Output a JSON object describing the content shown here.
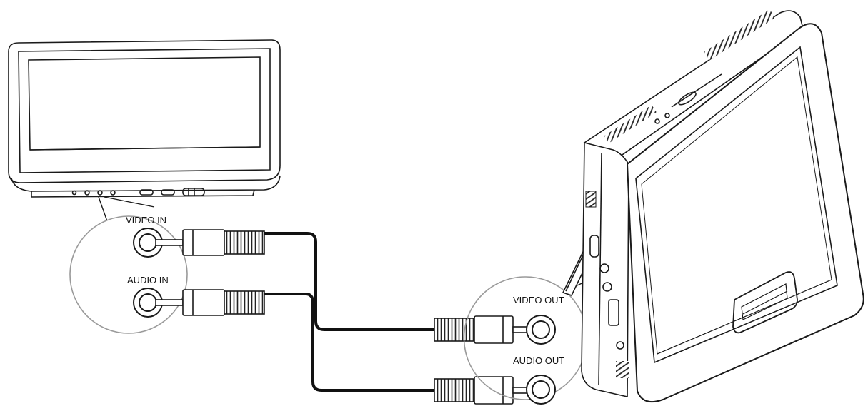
{
  "labels": {
    "video_in": "VIDEO IN",
    "audio_in": "AUDIO IN",
    "video_out": "VIDEO OUT",
    "audio_out": "AUDIO OUT"
  },
  "colors": {
    "line": "#1a1a1a",
    "background": "#ffffff",
    "cable": "#111111",
    "dark_panel": "#2a2a2a"
  }
}
